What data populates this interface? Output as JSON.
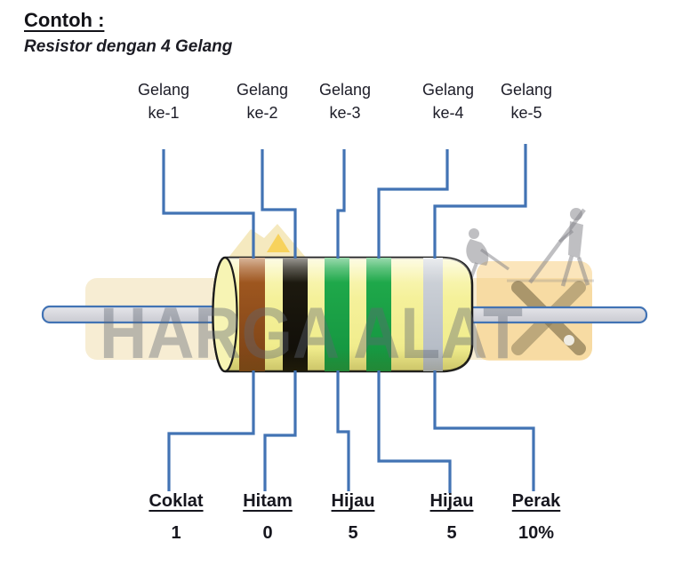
{
  "page": {
    "title": "Contoh :",
    "subtitle": "Resistor dengan 4 Gelang"
  },
  "top_labels": [
    {
      "line1": "Gelang",
      "line2": "ke-1"
    },
    {
      "line1": "Gelang",
      "line2": "ke-2"
    },
    {
      "line1": "Gelang",
      "line2": "ke-3"
    },
    {
      "line1": "Gelang",
      "line2": "ke-4"
    },
    {
      "line1": "Gelang",
      "line2": "ke-5"
    }
  ],
  "bands": [
    {
      "name": "Coklat",
      "value": "1",
      "color_top": "#A85C22",
      "color_bottom": "#7A4216"
    },
    {
      "name": "Hitam",
      "value": "0",
      "color_top": "#211D11",
      "color_bottom": "#0E0C07"
    },
    {
      "name": "Hijau",
      "value": "5",
      "color_top": "#22AE4D",
      "color_bottom": "#13933F"
    },
    {
      "name": "Hijau",
      "value": "5",
      "color_top": "#22AE4D",
      "color_bottom": "#13933F"
    },
    {
      "name": "Perak",
      "value": "10%",
      "color_top": "#D3D7DC",
      "color_bottom": "#AFB6C1"
    }
  ],
  "watermark": {
    "text": "HARGA ALAT"
  },
  "colors": {
    "connector": "#4273B4",
    "wire_fill": "#D9DADF",
    "body_yellow": "#F5F19B",
    "outline": "#1B1B1B"
  }
}
